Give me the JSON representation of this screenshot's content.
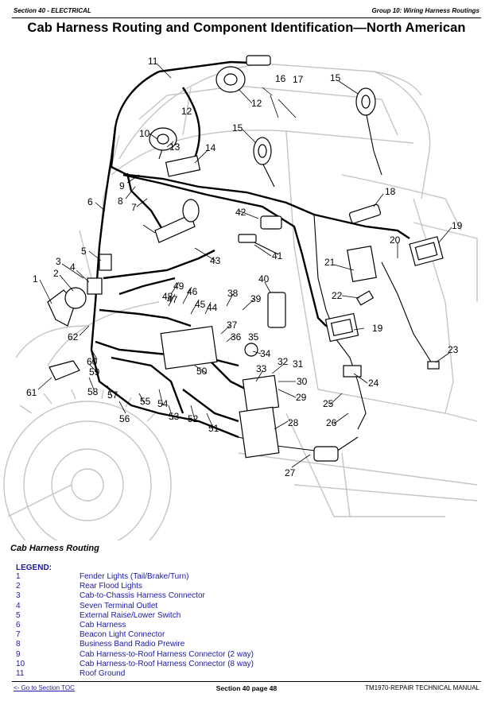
{
  "header": {
    "section": "Section 40 - ELECTRICAL",
    "group": "Group 10: Wiring Harness Routings"
  },
  "title": "Cab Harness Routing and Component Identification—North American",
  "callouts": [
    "1",
    "2",
    "3",
    "4",
    "5",
    "6",
    "7",
    "8",
    "9",
    "10",
    "11",
    "12",
    "13",
    "14",
    "15",
    "16",
    "17",
    "18",
    "19",
    "20",
    "21",
    "22",
    "23",
    "24",
    "25",
    "26",
    "27",
    "28",
    "29",
    "30",
    "31",
    "32",
    "33",
    "34",
    "35",
    "36",
    "37",
    "38",
    "39",
    "40",
    "41",
    "42",
    "43",
    "44",
    "45",
    "46",
    "47",
    "48",
    "49",
    "50",
    "51",
    "52",
    "53",
    "54",
    "55",
    "56",
    "57",
    "58",
    "59",
    "60",
    "61",
    "62"
  ],
  "caption": "Cab Harness Routing",
  "legend": {
    "heading": "LEGEND:",
    "items": [
      {
        "num": "1",
        "desc": "Fender Lights (Tail/Brake/Turn)"
      },
      {
        "num": "2",
        "desc": "Rear Flood Lights"
      },
      {
        "num": "3",
        "desc": "Cab-to-Chassis Harness Connector"
      },
      {
        "num": "4",
        "desc": "Seven Terminal Outlet"
      },
      {
        "num": "5",
        "desc": "External Raise/Lower Switch"
      },
      {
        "num": "6",
        "desc": "Cab Harness"
      },
      {
        "num": "7",
        "desc": "Beacon Light Connector"
      },
      {
        "num": "8",
        "desc": "Business Band Radio Prewire"
      },
      {
        "num": "9",
        "desc": "Cab Harness-to-Roof Harness Connector (2 way)"
      },
      {
        "num": "10",
        "desc": "Cab Harness-to-Roof Harness Connector (8 way)"
      },
      {
        "num": "11",
        "desc": "Roof Ground"
      }
    ]
  },
  "footer": {
    "link": "<- Go to Section TOC",
    "page": "Section 40 page 48",
    "manual": "TM1970-REPAIR TECHNICAL MANUAL"
  }
}
